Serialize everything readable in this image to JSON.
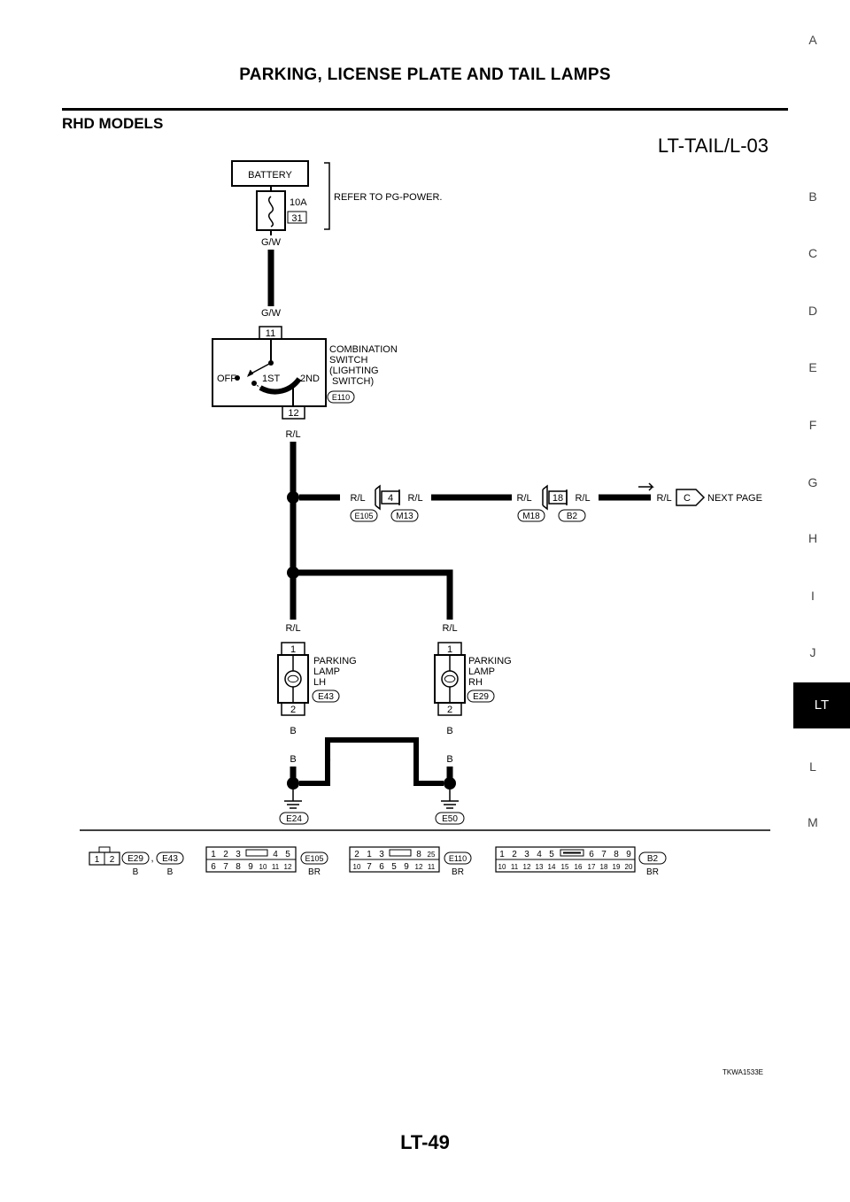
{
  "header": {
    "title": "PARKING, LICENSE PLATE AND TAIL LAMPS"
  },
  "section": {
    "title": "RHD MODELS"
  },
  "diagram": {
    "code": "LT-TAIL/L-03",
    "battery": "BATTERY",
    "fuse_rating": "10A",
    "fuse_number": "31",
    "refer_note": "REFER TO PG-POWER.",
    "wire_gw": "G/W",
    "wire_rl": "R/L",
    "wire_b": "B",
    "switch_pin_top": "11",
    "switch_pin_bottom": "12",
    "switch_name": [
      "COMBINATION",
      "SWITCH",
      "(LIGHTING",
      " SWITCH)"
    ],
    "switch_connector": "E110",
    "switch_positions": {
      "off": "OFF",
      "first": "1ST",
      "second": "2ND"
    },
    "joint1": {
      "pin": "4",
      "left_connector": "E105",
      "right_connector": "M13"
    },
    "joint2": {
      "pin": "18",
      "left_connector": "M18",
      "right_connector": "B2"
    },
    "next_page": {
      "letter": "C",
      "text": "NEXT PAGE"
    },
    "lamp_lh": {
      "name": [
        "PARKING",
        "LAMP",
        "LH"
      ],
      "connector": "E43",
      "pin_top": "1",
      "pin_bottom": "2"
    },
    "lamp_rh": {
      "name": [
        "PARKING",
        "LAMP",
        "RH"
      ],
      "connector": "E29",
      "pin_top": "1",
      "pin_bottom": "2"
    },
    "ground_left": "E24",
    "ground_right": "E50"
  },
  "connectors": [
    {
      "ids": [
        "E29",
        "E43"
      ],
      "separator": ",",
      "colors": [
        "B",
        "B"
      ],
      "top": [
        "1",
        "2"
      ],
      "bottom": []
    },
    {
      "ids": [
        "E105"
      ],
      "colors": [
        "BR"
      ],
      "top": [
        "1",
        "2",
        "3",
        "4",
        "5"
      ],
      "bottom": [
        "6",
        "7",
        "8",
        "9",
        "10",
        "11",
        "12"
      ]
    },
    {
      "ids": [
        "E110"
      ],
      "colors": [
        "BR"
      ],
      "top": [
        "2",
        "1",
        "3",
        "8",
        "25"
      ],
      "bottom": [
        "10",
        "7",
        "6",
        "5",
        "9",
        "12",
        "11"
      ]
    },
    {
      "ids": [
        "B2"
      ],
      "colors": [
        "BR"
      ],
      "top": [
        "1",
        "2",
        "3",
        "4",
        "5",
        "6",
        "7",
        "8",
        "9"
      ],
      "bottom": [
        "10",
        "11",
        "12",
        "13",
        "14",
        "15",
        "16",
        "17",
        "18",
        "19",
        "20"
      ]
    }
  ],
  "side_index": [
    "A",
    "B",
    "C",
    "D",
    "E",
    "F",
    "G",
    "H",
    "I",
    "J",
    "LT",
    "L",
    "M"
  ],
  "active_index": "LT",
  "footer": {
    "image_code": "TKWA1533E",
    "page_number": "LT-49"
  }
}
